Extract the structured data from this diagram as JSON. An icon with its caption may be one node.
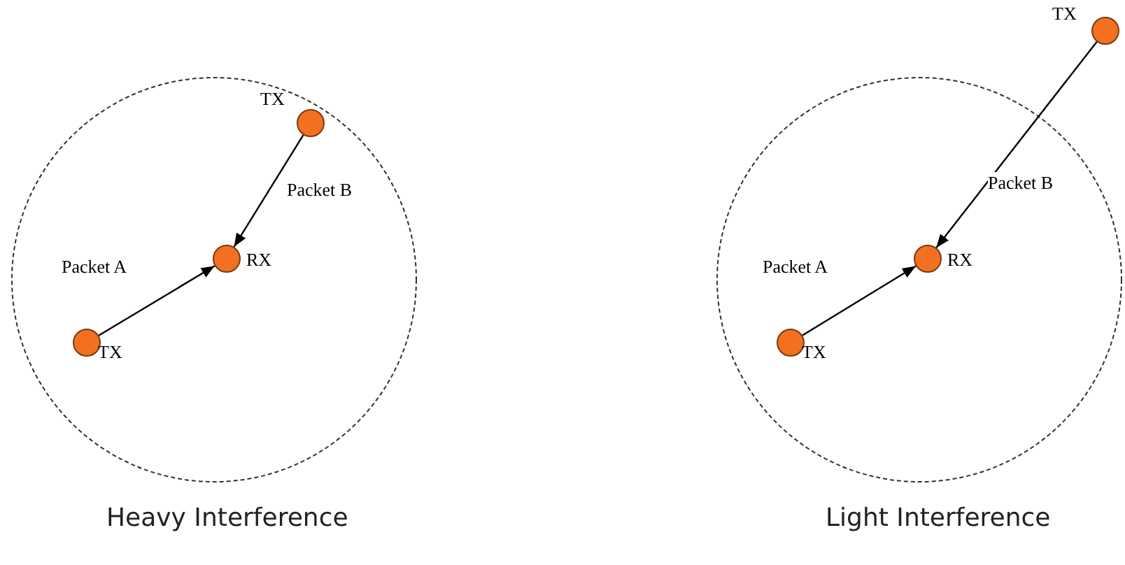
{
  "diagram": {
    "nodes": [
      {
        "text": [],
        "shape": "circle",
        "beside": [
          "Heavy Interference"
        ]
      },
      {
        "text": [],
        "shape": "circle",
        "in": 0,
        "beside": [
          "TX"
        ]
      },
      {
        "text": [],
        "shape": "circle",
        "in": 0,
        "beside": [
          "RX"
        ]
      },
      {
        "text": [],
        "shape": "circle",
        "in": 0,
        "beside": [
          "TX"
        ]
      },
      {
        "text": [],
        "shape": "circle",
        "beside": [
          "TX"
        ]
      },
      {
        "text": [],
        "shape": "circle",
        "beside": [
          "Light Interference"
        ]
      },
      {
        "text": [],
        "shape": "circle",
        "in": 5,
        "beside": [
          "RX"
        ]
      },
      {
        "text": [],
        "shape": "circle",
        "in": 5,
        "beside": [
          "TX"
        ]
      }
    ],
    "edges": [
      {
        "from": 1,
        "to": 2,
        "arrow": "to",
        "label": "Packet B"
      },
      {
        "from": 3,
        "to": 2,
        "arrow": "to",
        "label": "Packet A"
      },
      {
        "from": 4,
        "to": 6,
        "arrow": "to",
        "label": "Packet B"
      },
      {
        "from": 7,
        "to": 6,
        "arrow": "to",
        "label": "Packet A"
      }
    ]
  }
}
